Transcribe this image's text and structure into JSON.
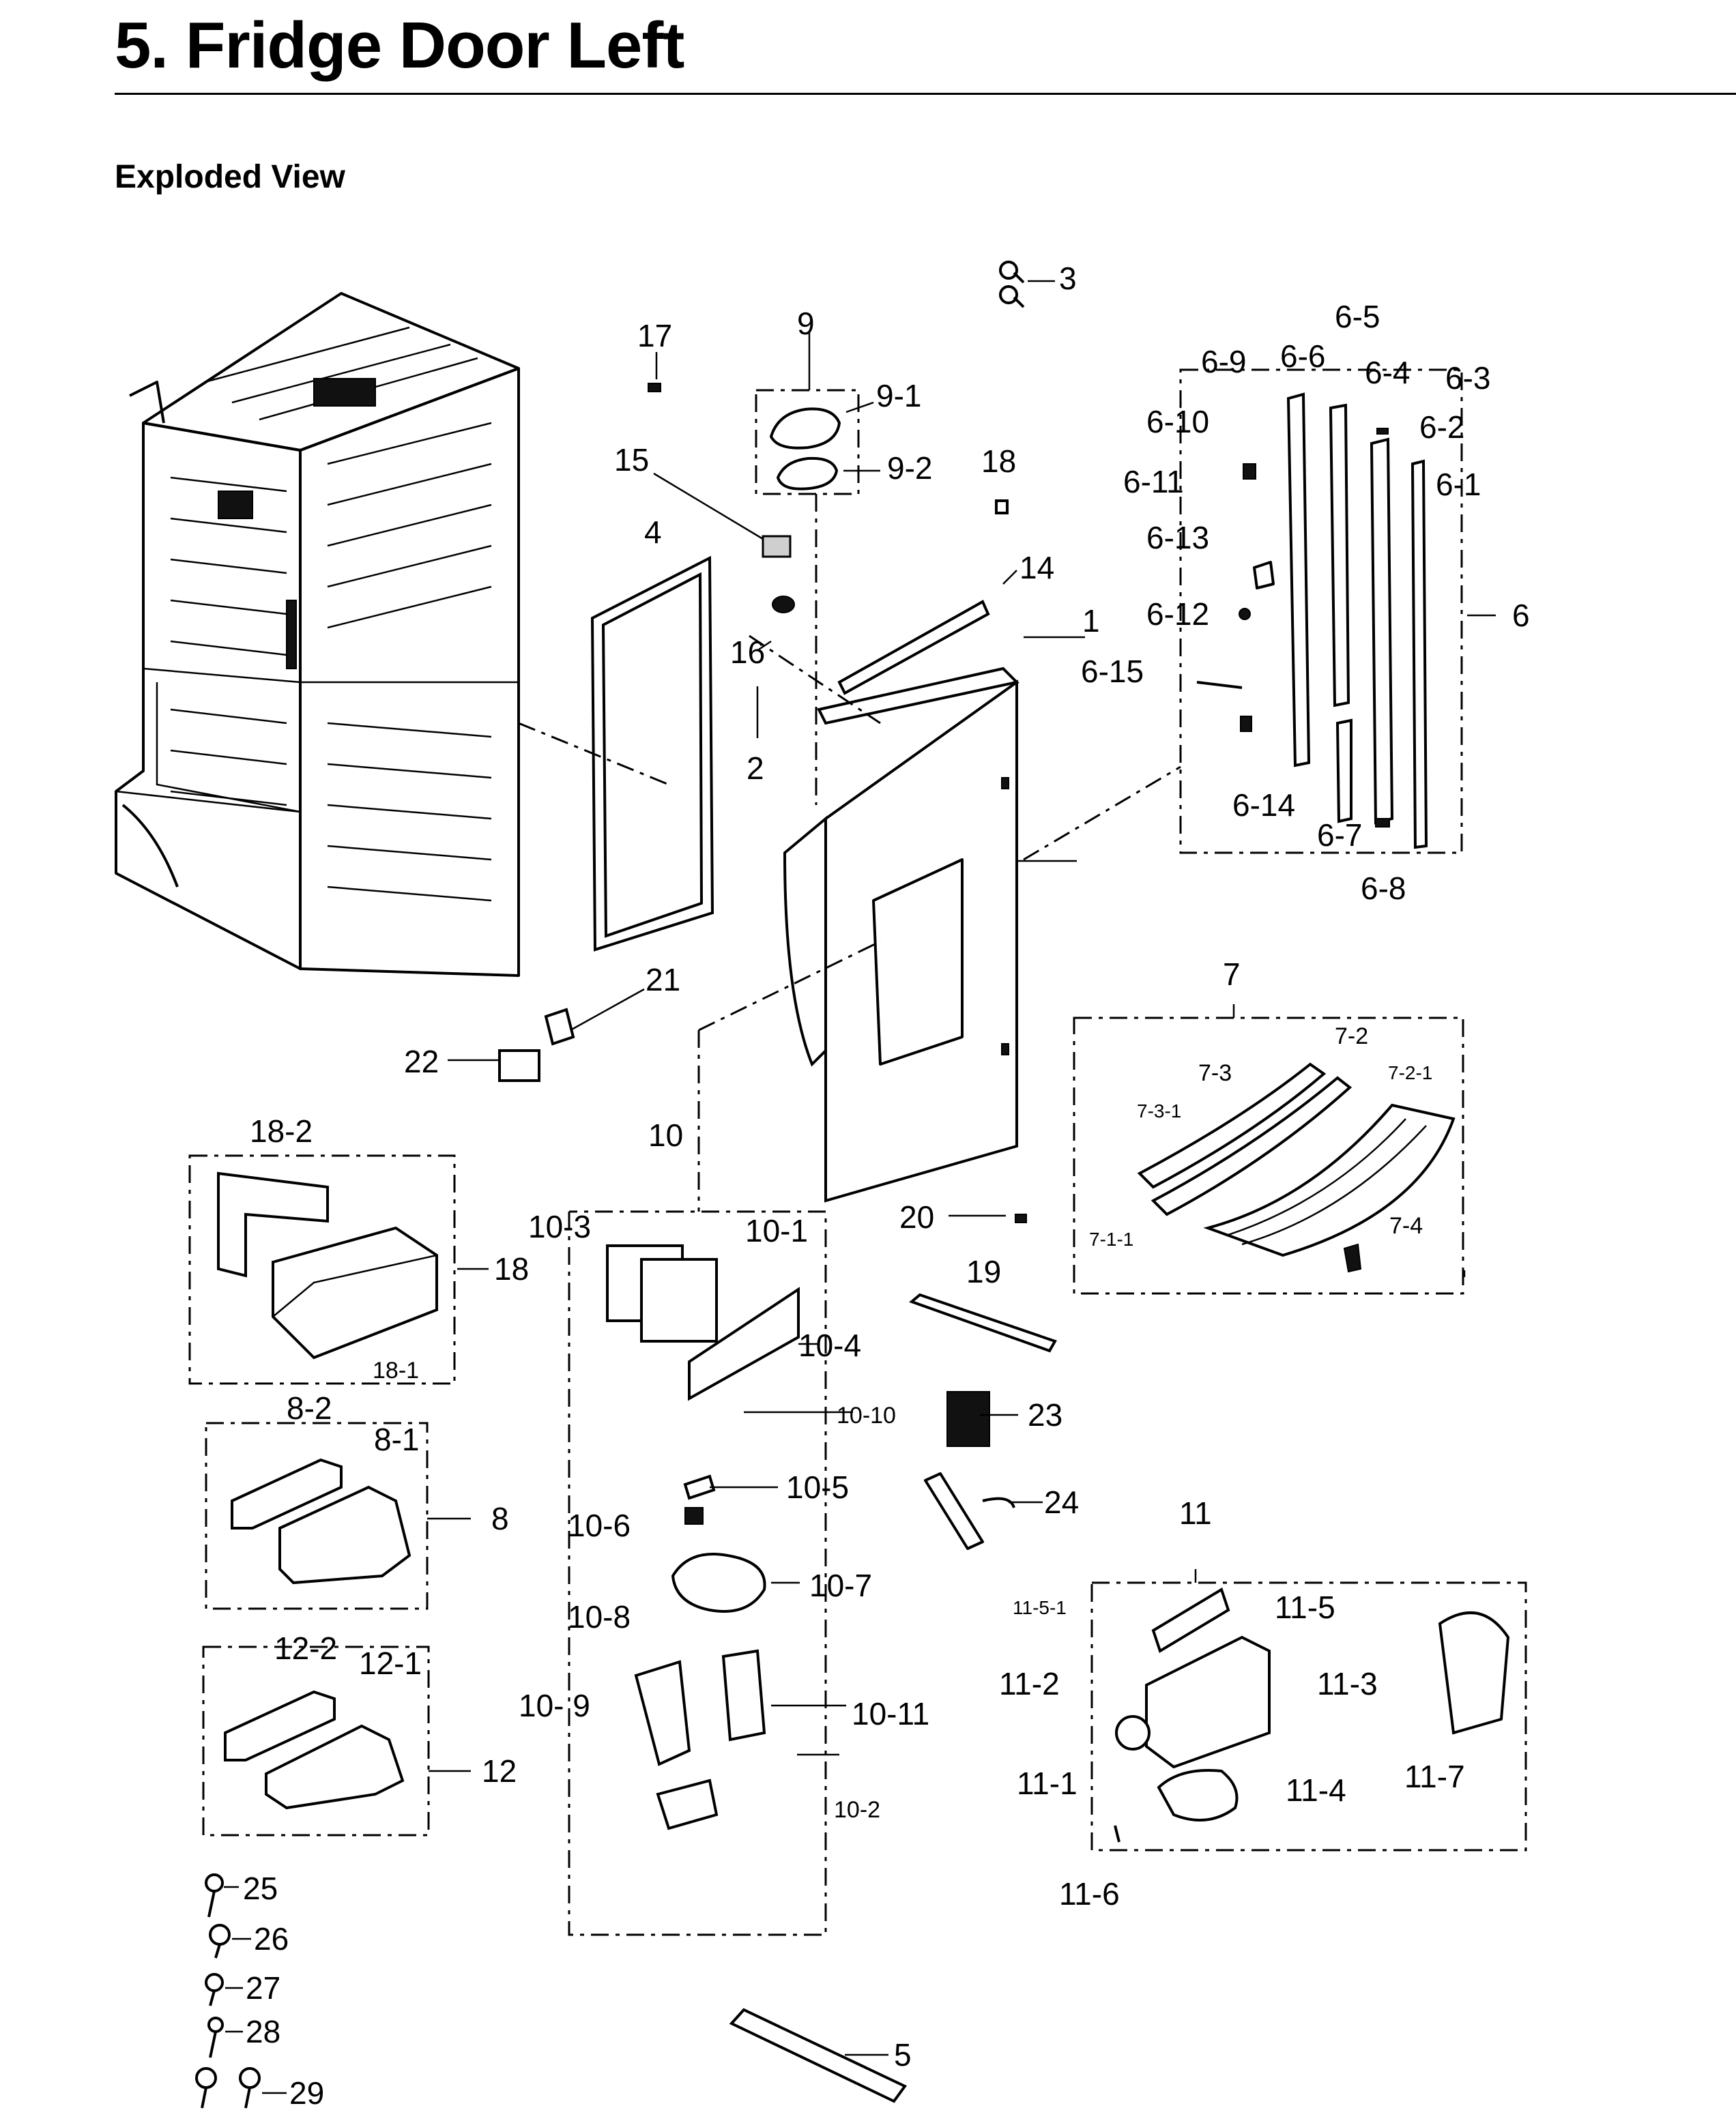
{
  "header": {
    "title": "5.  Fridge Door Left",
    "subtitle": "Exploded View"
  },
  "part_labels": {
    "p1": "1",
    "p2": "2",
    "p3": "3",
    "p4": "4",
    "p5": "5",
    "p6": "6",
    "p6_1": "6-1",
    "p6_2": "6-2",
    "p6_3": "6-3",
    "p6_4": "6-4",
    "p6_5": "6-5",
    "p6_6": "6-6",
    "p6_7": "6-7",
    "p6_8": "6-8",
    "p6_9": "6-9",
    "p6_10": "6-10",
    "p6_11": "6-11",
    "p6_12": "6-12",
    "p6_13": "6-13",
    "p6_14": "6-14",
    "p6_15": "6-15",
    "p7": "7",
    "p7_1_1": "7-1-1",
    "p7_2": "7-2",
    "p7_2_1": "7-2-1",
    "p7_3": "7-3",
    "p7_3_1": "7-3-1",
    "p7_4": "7-4",
    "p8": "8",
    "p8_1": "8-1",
    "p8_2": "8-2",
    "p9": "9",
    "p9_1": "9-1",
    "p9_2": "9-2",
    "p10": "10",
    "p10_1": "10-1",
    "p10_2": "10-2",
    "p10_3": "10-3",
    "p10_4": "10-4",
    "p10_5": "10-5",
    "p10_6": "10-6",
    "p10_7": "10-7",
    "p10_8": "10-8",
    "p10_9": "10- 9",
    "p10_10": "10-10",
    "p10_11": "10-11",
    "p11": "11",
    "p11_1": "11-1",
    "p11_2": "11-2",
    "p11_3": "11-3",
    "p11_4": "11-4",
    "p11_5": "11-5",
    "p11_5_1": "11-5-1",
    "p11_6": "11-6",
    "p11_7": "11-7",
    "p12": "12",
    "p12_1": "12-1",
    "p12_2": "12-2",
    "p14": "14",
    "p15": "15",
    "p16": "16",
    "p17": "17",
    "p18": "18",
    "p18_1": "18-1",
    "p18_2": "18-2",
    "p18b": "18",
    "p19": "19",
    "p20": "20",
    "p21": "21",
    "p22": "22",
    "p23": "23",
    "p24": "24",
    "p25": "25",
    "p26": "26",
    "p27": "27",
    "p28": "28",
    "p29": "29"
  }
}
